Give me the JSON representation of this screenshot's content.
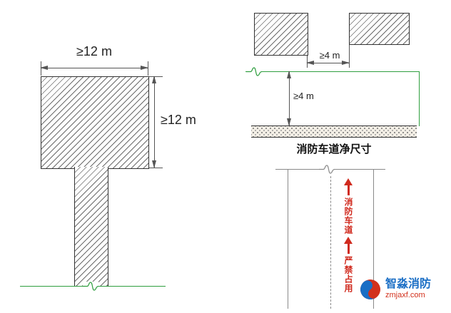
{
  "figures": {
    "turnaround": {
      "top_dim": "≥12 m",
      "side_dim": "≥12 m"
    },
    "clearance": {
      "width_dim": "≥4 m",
      "height_dim": "≥4 m",
      "caption": "消防车道净尺寸"
    },
    "lane": {
      "text_top": "消防车道",
      "text_bottom": "严禁占用"
    }
  },
  "logo": {
    "name": "智淼消防",
    "site": "zmjaxf.com"
  },
  "icons": {
    "up_arrow": "red-up-arrow",
    "break_symbol": "line-break-squiggle",
    "logo_swirl": "blue-red-swirl"
  },
  "colors": {
    "drawing_line": "#555555",
    "hatch_line": "#6b6b6b",
    "green_line": "#2f9e3f",
    "red_accent": "#d02a1e",
    "logo_blue": "#1a6ec5",
    "logo_red": "#d2301c"
  }
}
